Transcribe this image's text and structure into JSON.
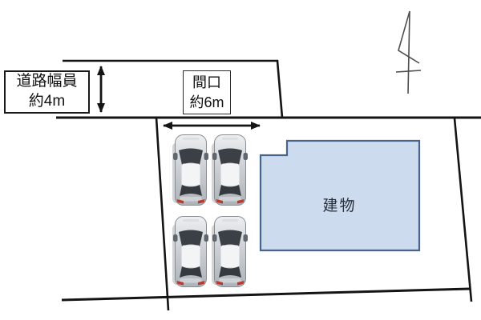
{
  "plan": {
    "road_width_label": {
      "line1": "道路幅員",
      "line2": "約4m"
    },
    "frontage_label": {
      "line1": "間口",
      "line2": "約6m"
    },
    "building": {
      "label": "建物",
      "fill_color": "#ccdcee",
      "border_color": "#46648c"
    },
    "colors": {
      "boundary_line": "#141414",
      "north_arrow": "#4d4d4d",
      "car_taillight": "#b93a2e"
    },
    "icons": {
      "north": "north-arrow-icon",
      "car": "car-top-view-icon"
    },
    "cars": {
      "count": 4
    }
  }
}
